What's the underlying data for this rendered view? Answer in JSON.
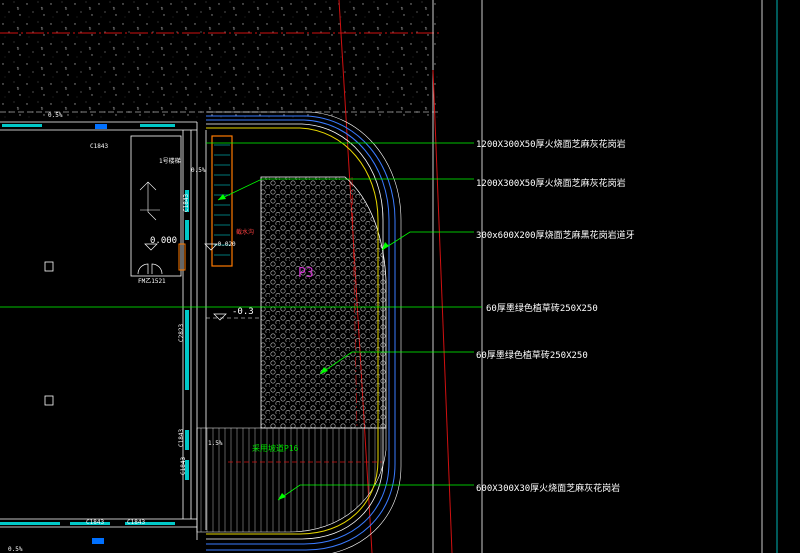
{
  "callouts": [
    {
      "text": "1200X300X50厚火烧面芝麻灰花岗岩"
    },
    {
      "text": "1200X300X50厚火烧面芝麻灰花岗岩"
    },
    {
      "text": "300x600X200厚烧面芝麻黑花岗岩道牙"
    },
    {
      "text": "60厚墨绿色植草砖250X250"
    },
    {
      "text": "60厚墨绿色植草砖250X250"
    },
    {
      "text": "600X300X30厚火烧面芝麻灰花岗岩"
    }
  ],
  "labels": {
    "slope_top": "0.5%",
    "slope_mid": "0.5%",
    "slope_bottom_left": "0.5%",
    "slope_lower": "1.5%",
    "elev_0000": "0.000",
    "elev_0020": "-0.020",
    "elev_neg03": "-0.3",
    "door_tag": "FM乙1521",
    "window_c1843_a": "C1843",
    "window_c1843_b": "C1843",
    "window_c1843_c": "C1843",
    "window_c1843_d": "C1843",
    "window_c1843_e": "C1843",
    "window_c1843_f": "C1843",
    "window_c2823": "C2823",
    "ramp_note": "采用坡道P16",
    "pave_tag": "P3",
    "stair_tag": "1号楼梯",
    "red_tag": "截水沟"
  },
  "colors": {
    "background": "#000000",
    "leader": "#00ff00",
    "building_line": "#ffffff",
    "window": "#00c8c8",
    "boundary_red": "#d01010",
    "outline_yellow": "#e8d800",
    "curb_blue": "#3a7bff",
    "pave_tag": "#cc33cc",
    "ramp_note": "#00e000",
    "stair_orange": "#ff7a00"
  }
}
